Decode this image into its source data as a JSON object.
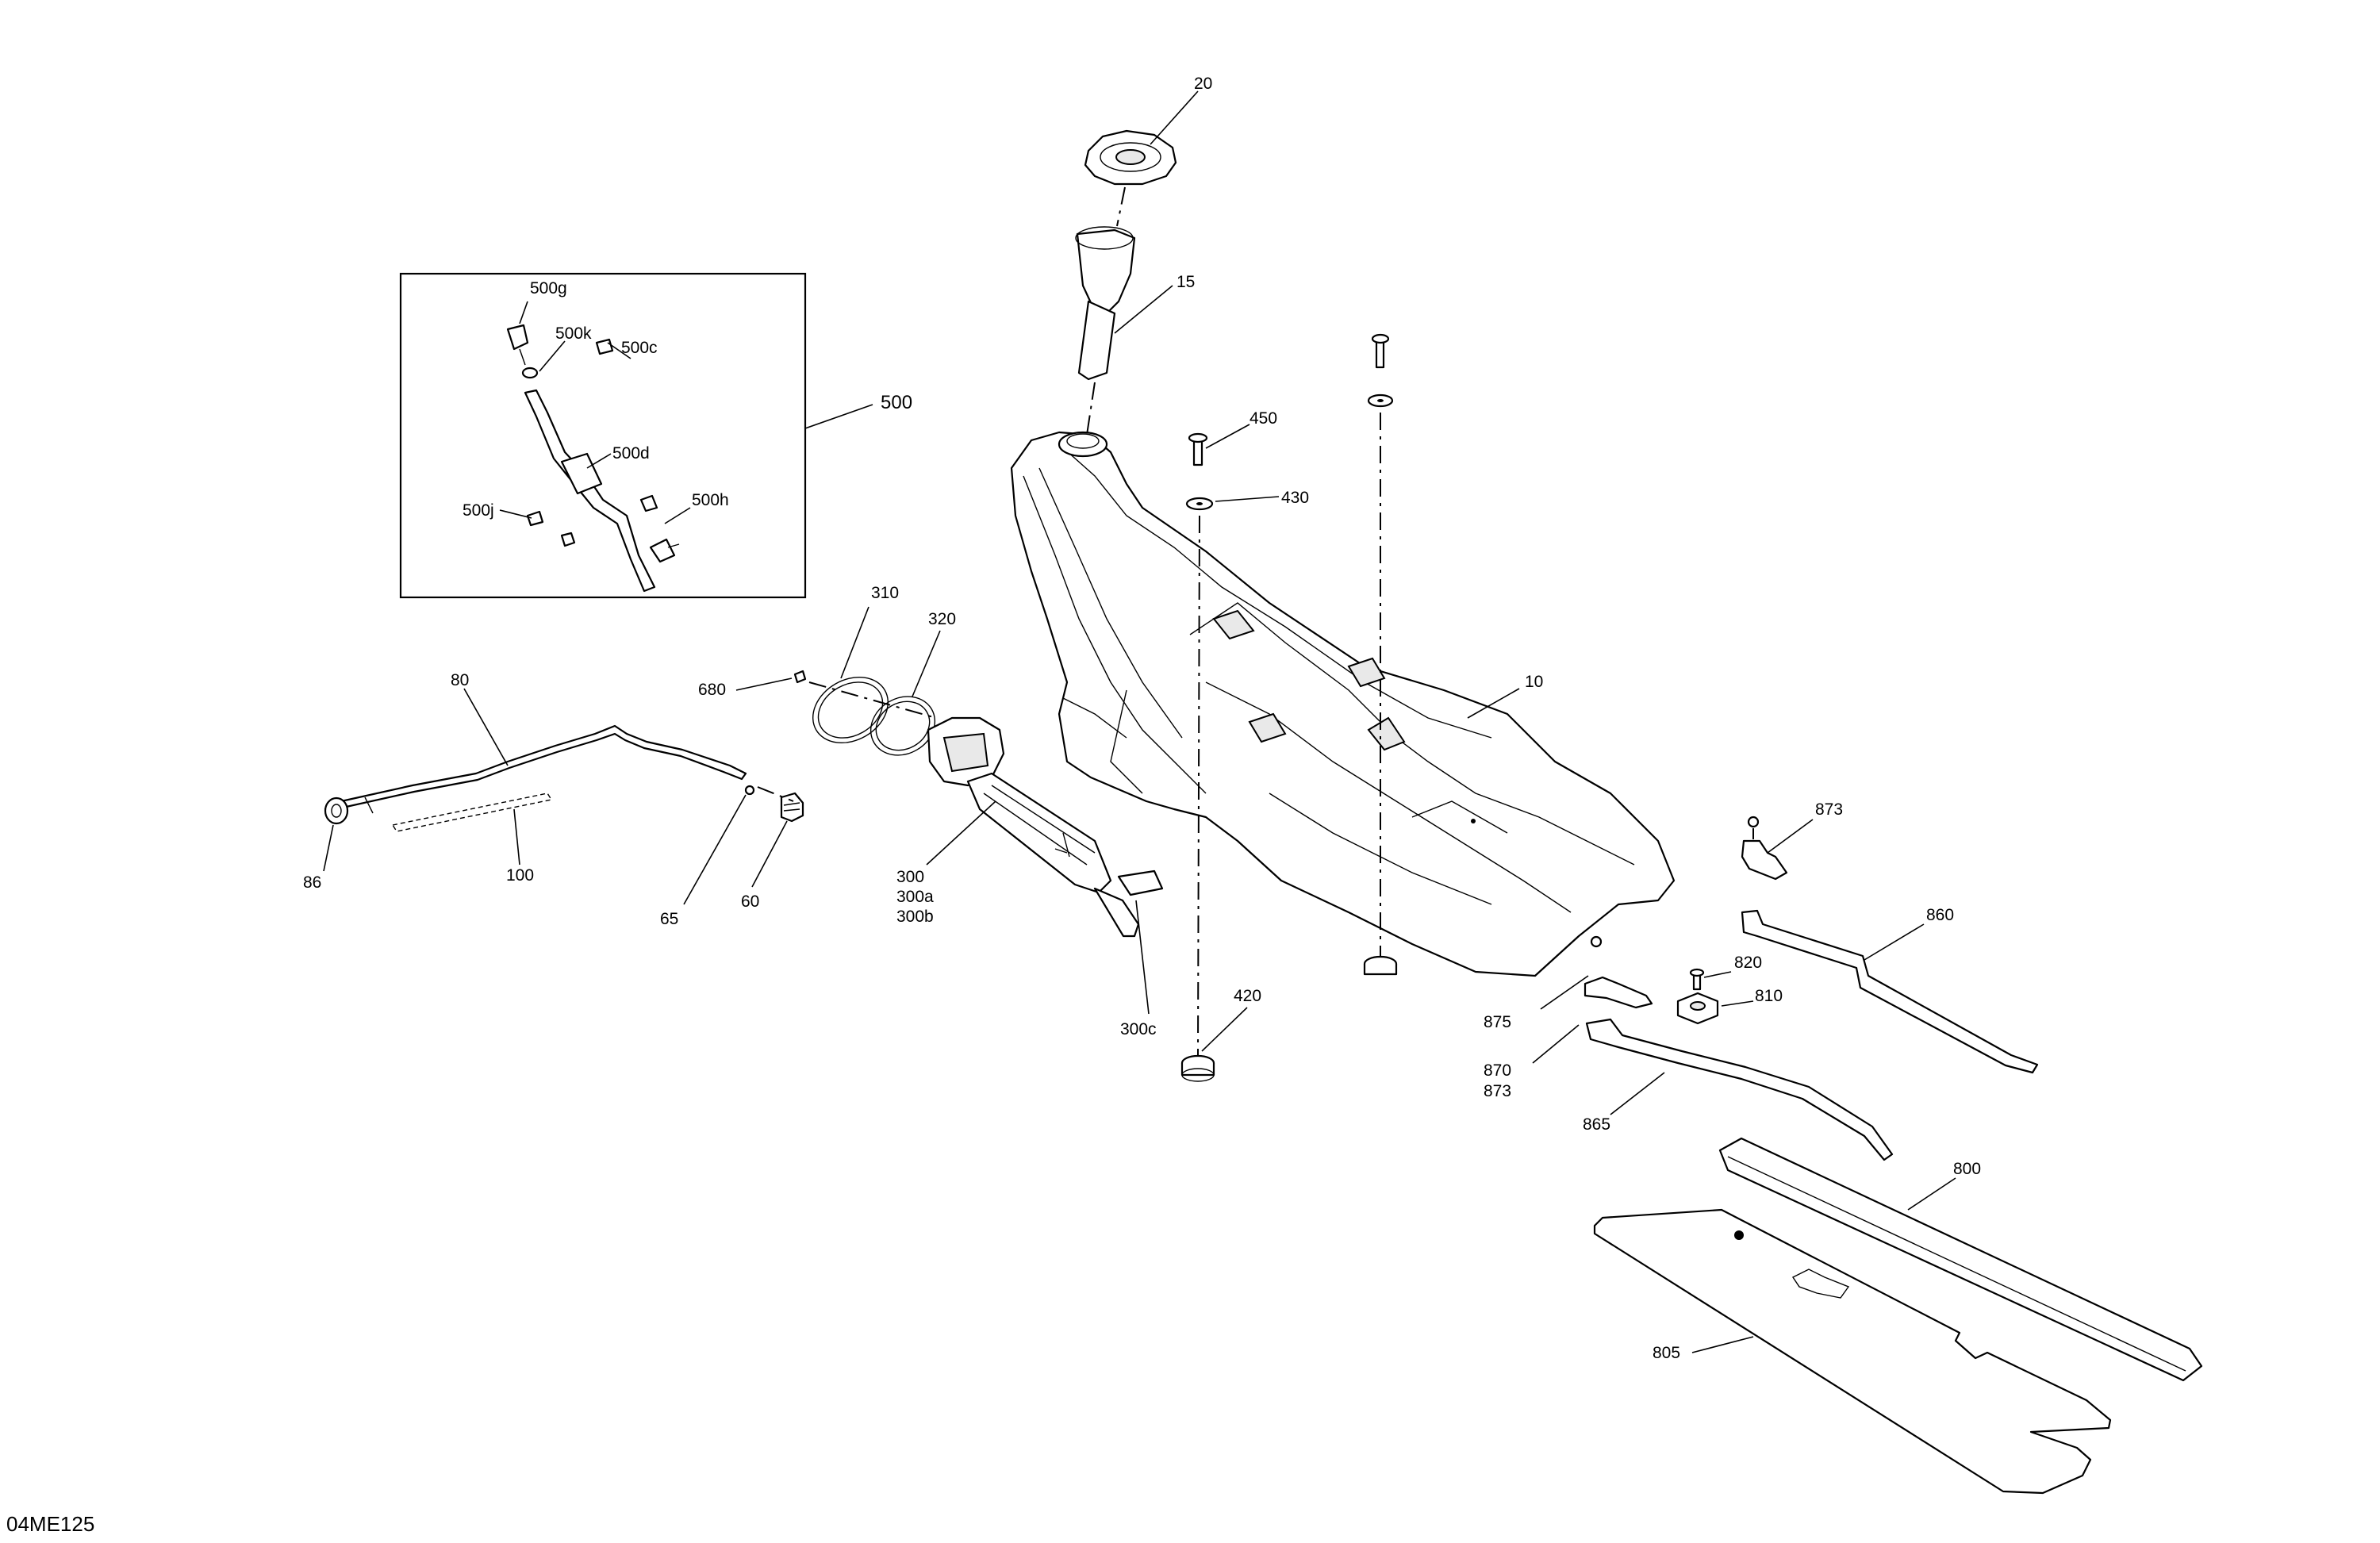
{
  "diagram": {
    "code": "04ME125",
    "labels": {
      "l10": "10",
      "l15": "15",
      "l20": "20",
      "l60": "60",
      "l65": "65",
      "l80": "80",
      "l86": "86",
      "l100": "100",
      "l300": "300",
      "l300a": "300a",
      "l300b": "300b",
      "l300c": "300c",
      "l310": "310",
      "l320": "320",
      "l420": "420",
      "l430": "430",
      "l450": "450",
      "l500": "500",
      "l500c": "500c",
      "l500d": "500d",
      "l500g": "500g",
      "l500h": "500h",
      "l500j": "500j",
      "l500k": "500k",
      "l680": "680",
      "l800": "800",
      "l805": "805",
      "l810": "810",
      "l820": "820",
      "l860": "860",
      "l865": "865",
      "l870": "870",
      "l873a": "873",
      "l873b": "873",
      "l875": "875"
    }
  }
}
